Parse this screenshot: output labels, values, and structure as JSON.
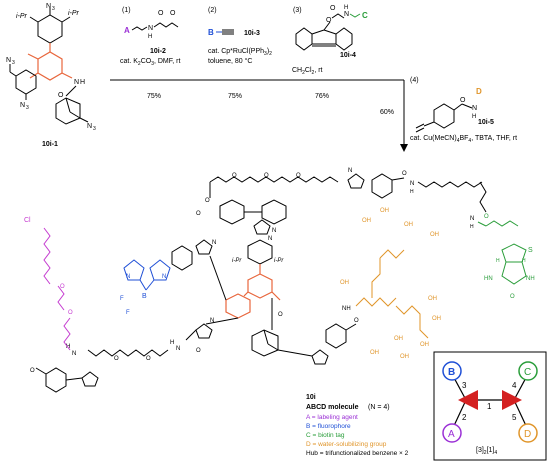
{
  "start": {
    "id": "10i-1",
    "atoms": {
      "iPr1": "i-Pr",
      "iPr2": "i-Pr",
      "n3a": "N",
      "n3a_sub": "3",
      "n3b": "N",
      "n3b_sub": "3",
      "n3c": "N",
      "n3c_sub": "3",
      "n3d": "N",
      "n3d_sub": "3",
      "o": "O",
      "nh": "N",
      "nh_h": "H"
    }
  },
  "steps": [
    {
      "num": "(1)",
      "reagent_id": "10i-2",
      "cond1": "cat. K",
      "cond1_sub": "2",
      "cond1_b": "CO",
      "cond1_sub2": "3",
      "cond1_c": ", DMF, rt",
      "yield": "75%",
      "label": "A",
      "label_color": "#9b30d6",
      "atoms": {
        "n": "N",
        "h": "H",
        "o1": "O",
        "o2": "O"
      }
    },
    {
      "num": "(2)",
      "reagent_id": "10i-3",
      "cond1": "cat. Cp*RuCl(PPh",
      "cond1_sub": "3",
      "cond1_b": ")",
      "cond1_sub2": "2",
      "cond2": "toluene, 80 °C",
      "yield": "75%",
      "label": "B",
      "label_color": "#1f4fd6"
    },
    {
      "num": "(3)",
      "reagent_id": "10i-4",
      "cond1": "CH",
      "cond1_sub": "2",
      "cond1_b": "Cl",
      "cond1_sub2": "2",
      "cond1_c": ", rt",
      "yield": "76%",
      "label": "C",
      "label_color": "#2a9d3a",
      "atoms": {
        "h": "H",
        "n": "N",
        "o1": "O",
        "o2": "O"
      }
    },
    {
      "num": "(4)",
      "reagent_id": "10i-5",
      "cond1": "cat. Cu(MeCN)",
      "cond1_sub": "4",
      "cond1_b": "BF",
      "cond1_sub2": "4",
      "cond1_c": ", TBTA, THF, rt",
      "yield": "60%",
      "label": "D",
      "label_color": "#e0952a",
      "atoms": {
        "o": "O",
        "n": "N",
        "h": "H"
      }
    }
  ],
  "product": {
    "id": "10i",
    "name": "ABCD molecule",
    "n_note": "(N = 4)",
    "legend": [
      {
        "text": "A = labeling agent",
        "color": "#9b30d6"
      },
      {
        "text": "B = fluorophore",
        "color": "#1f4fd6"
      },
      {
        "text": "C = biotin tag",
        "color": "#2a9d3a"
      },
      {
        "text": "D = water-solubilizing group",
        "color": "#e0952a"
      },
      {
        "text": "Hub = trifunctionalized benzene × 2",
        "color": "#000000"
      }
    ],
    "atoms": {
      "cl": "Cl",
      "o": "O",
      "n": "N",
      "h": "H",
      "f": "F",
      "b": "B",
      "s": "S",
      "oh": "OH",
      "iPr": "i-Pr",
      "hn": "HN",
      "nh": "NH"
    }
  },
  "inset": {
    "nodes": [
      {
        "label": "A",
        "color": "#9b30d6"
      },
      {
        "label": "B",
        "color": "#1f4fd6"
      },
      {
        "label": "C",
        "color": "#2a9d3a"
      },
      {
        "label": "D",
        "color": "#e0952a"
      }
    ],
    "edge_numbers": [
      "1",
      "2",
      "3",
      "4",
      "5"
    ],
    "formula": "[3]",
    "formula_sub": "2",
    "formula_b": "[1]",
    "formula_sub2": "4",
    "hub_color": "#d42020"
  }
}
